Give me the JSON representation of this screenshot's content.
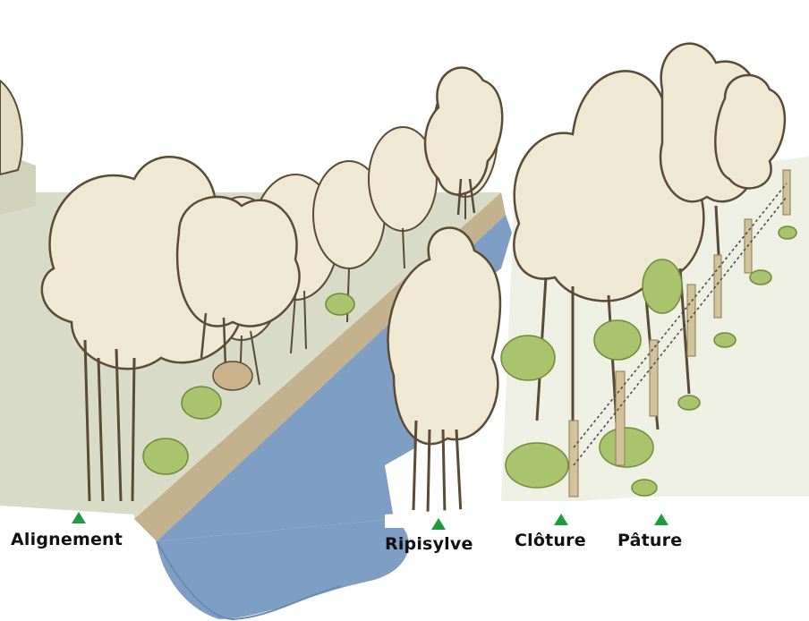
{
  "labels": {
    "alignement": "Alignement",
    "ripisylve": "Ripisylve",
    "cloture": "Clôture",
    "pature": "Pâture"
  },
  "colors": {
    "marker": "#1f9a3f",
    "water": "#7f9ec4",
    "bank": "#c4b28e",
    "ground": "#d8dcc6",
    "tree_fill": "#efe9d3",
    "tree_stroke": "#5a4a36",
    "shrub": "#a9c46d",
    "post": "#d2c29a"
  },
  "icons": [
    "marker-triangle-icon"
  ]
}
